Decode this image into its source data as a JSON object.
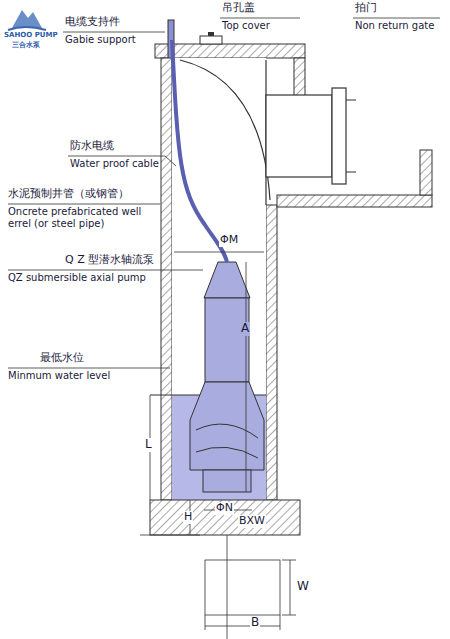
{
  "diagram": {
    "labels": [
      "SAHOO PUMP",
      "三合水泵",
      "电缆支持件",
      "Gabie support",
      "吊孔盖",
      "Top cover",
      "拍门",
      "Non return gate",
      "ΦM",
      "防水电缆",
      "Water proof cable",
      "水泥预制井管（或钢管）",
      "Oncrete prefabricated well errel (or steel pipe)",
      "Q Z 型潜水轴流泵",
      "QZ submersible axial pump",
      "最低水位",
      "Minmum water level",
      "A",
      "L",
      "ΦN",
      "H",
      "BXW",
      "W",
      "B"
    ]
  }
}
